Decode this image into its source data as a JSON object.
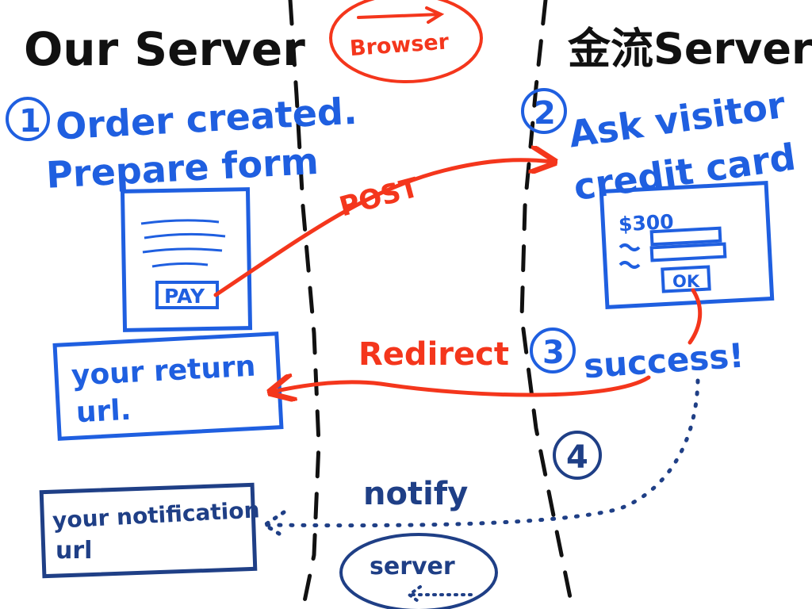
{
  "diagram": {
    "headers": {
      "our_server": "Our Server",
      "browser": "Browser",
      "gateway_server": "金流Server"
    },
    "steps": {
      "step1_number": "1",
      "step1_line1": "Order created.",
      "step1_line2": "Prepare form",
      "step2_number": "2",
      "step2_line1": "Ask visitor",
      "step2_line2": "credit card",
      "step3_number": "3",
      "step3_text": "success!",
      "step4_number": "4"
    },
    "forms": {
      "pay_button": "PAY",
      "amount": "$300",
      "ok_button": "OK"
    },
    "boxes": {
      "return_line1": "your return",
      "return_line2": "url.",
      "notify_line1": "your notification",
      "notify_line2": "url"
    },
    "arrows": {
      "post": "POST",
      "redirect": "Redirect",
      "notify": "notify",
      "server": "server"
    },
    "colors": {
      "ink": "#111111",
      "blue": "#1f5fe0",
      "navy": "#1f3f86",
      "red": "#f4361c"
    }
  }
}
